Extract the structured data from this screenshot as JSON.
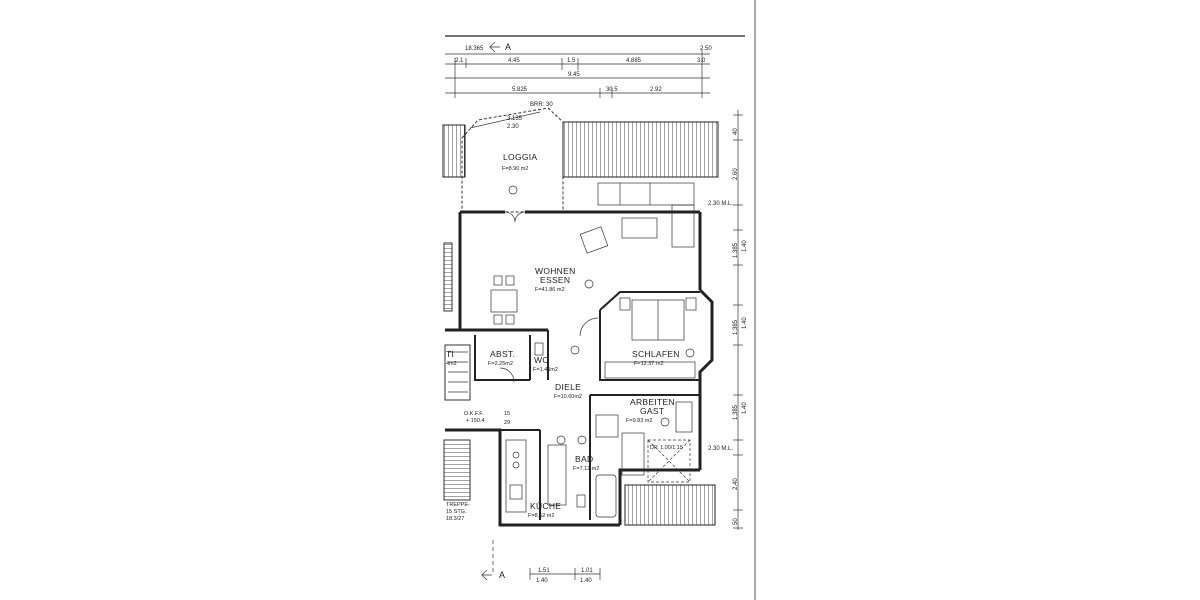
{
  "section_marker": "A",
  "top_dims": {
    "row0_left": "18.365",
    "row0_right": "2.50",
    "row1": [
      "2.1",
      "4.45",
      "1.5",
      "4.885",
      "3.0"
    ],
    "row2": "9.45",
    "row3": [
      "5.825",
      "30.5",
      "2.92"
    ]
  },
  "loggia_dims": [
    "BRR: 30",
    "3.135",
    "2.30"
  ],
  "right_dims": [
    "40",
    "2.60",
    "2.30 M.L.",
    "1.385",
    "1.40",
    "1.385",
    "1.40",
    "1.385",
    "1.40",
    "2.30 M.L.",
    "2.40",
    "50"
  ],
  "bottom_dims": [
    "1.51",
    "1.40",
    "1.01",
    "1.40"
  ],
  "rooms": {
    "loggia": {
      "name": "LOGGIA",
      "area": "F=8.90 m2"
    },
    "wohnen": {
      "name1": "WOHNEN",
      "name2": "ESSEN",
      "area": "F=41.86 m2"
    },
    "schlafen": {
      "name": "SCHLAFEN",
      "area": "F=12.37 m2"
    },
    "abst": {
      "name": "ABST.",
      "area": "F=2.25m2"
    },
    "wc": {
      "name": "WC",
      "area": "F=1.46m2"
    },
    "diele": {
      "name": "DIELE",
      "area": "F=10.60m2"
    },
    "arbeiten": {
      "name1": "ARBEITEN",
      "name2": "GAST",
      "area": "F=9.83 m2"
    },
    "bad": {
      "name": "BAD",
      "area": "F=7.12 m2"
    },
    "kueche": {
      "name": "KÜCHE",
      "area": "F=8.52 m2"
    },
    "treppe": {
      "name1": "TREPPE-",
      "name2": "15 STG.",
      "name3": "18.3/27"
    },
    "left_room": {
      "name": "TI",
      "area": "4m2"
    }
  },
  "level_mark": [
    "O.K.F.F.",
    "+ 150.4"
  ],
  "step_numbers": [
    "15",
    "29"
  ],
  "dp_note": "DP. 1.00/1.15"
}
